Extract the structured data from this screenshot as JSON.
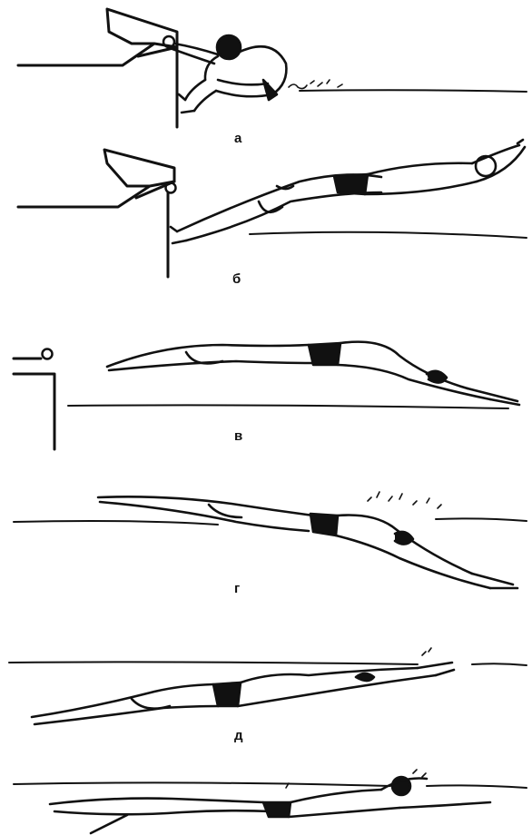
{
  "figure": {
    "panels": [
      {
        "id": "a",
        "label": "а"
      },
      {
        "id": "b",
        "label": "б"
      },
      {
        "id": "v",
        "label": "в"
      },
      {
        "id": "g",
        "label": "г"
      },
      {
        "id": "d",
        "label": "д"
      },
      {
        "id": "e",
        "label": ""
      }
    ],
    "colors": {
      "ink": "#111111",
      "background": "#ffffff"
    }
  }
}
